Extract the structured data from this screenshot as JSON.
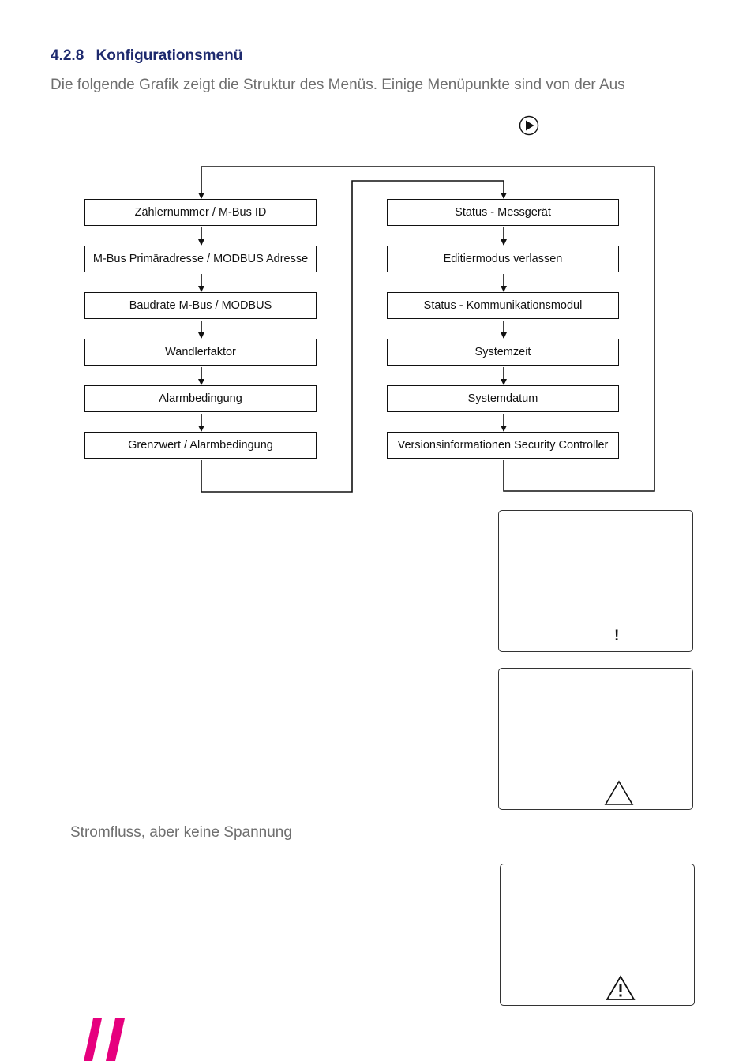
{
  "section": {
    "number": "4.2.8",
    "title": "Konfigurationsmenü"
  },
  "intro_text": "Die folgende Grafik zeigt die Struktur des Menüs. Einige Menüpunkte sind von der Aus",
  "icons": {
    "play": "play-circle-icon",
    "exclamation": "exclamation-icon",
    "triangle": "triangle-outline-icon",
    "warning": "warning-triangle-icon"
  },
  "flowchart": {
    "left_column": [
      "Zählernummer / M-Bus ID",
      "M-Bus Primäradresse / MODBUS Adresse",
      "Baudrate M-Bus / MODBUS",
      "Wandlerfaktor",
      "Alarmbedingung",
      "Grenzwert / Alarmbedingung"
    ],
    "right_column": [
      "Status - Messgerät",
      "Editiermodus verlassen",
      "Status - Kommunikationsmodul",
      "Systemzeit",
      "Systemdatum",
      "Versionsinformationen Security Controller"
    ]
  },
  "panel_exclamation": "!",
  "caption": "Stromfluss, aber keine Spannung",
  "colors": {
    "heading": "#1e2a6e",
    "body_text": "#6f6f6f",
    "logo": "#e6007e"
  }
}
